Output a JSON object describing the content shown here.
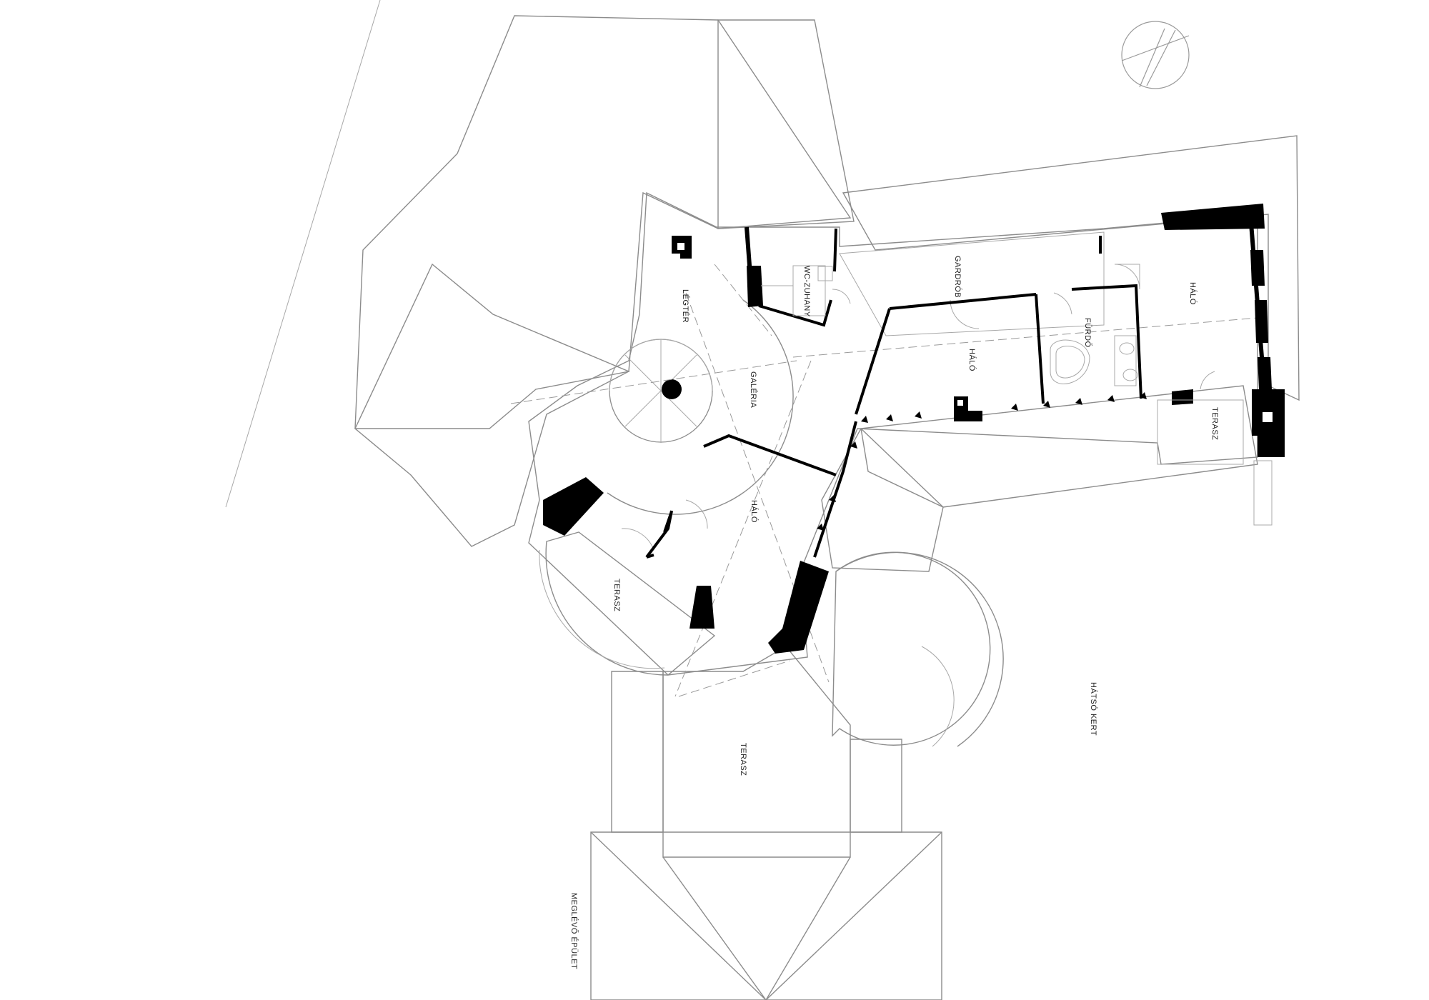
{
  "rooms": {
    "legter": "LÉGTÉR",
    "wc_zuhany": "WC-ZUHANY",
    "gardrob": "GARDRÓB",
    "halo_right": "HÁLÓ",
    "furdo": "FÜRDŐ",
    "halo_mid": "HÁLÓ",
    "galeria": "GALÉRIA",
    "terasz_right": "TERASZ",
    "halo_lower": "HÁLÓ",
    "terasz_left": "TERASZ",
    "terasz_bottom": "TERASZ",
    "hatso_kert": "HÁTSÓ KERT",
    "meglevo_epulet": "MEGLÉVŐ ÉPÜLET"
  },
  "colors": {
    "wall": "#000000",
    "outline": "#8c8c8c",
    "background": "#ffffff"
  }
}
